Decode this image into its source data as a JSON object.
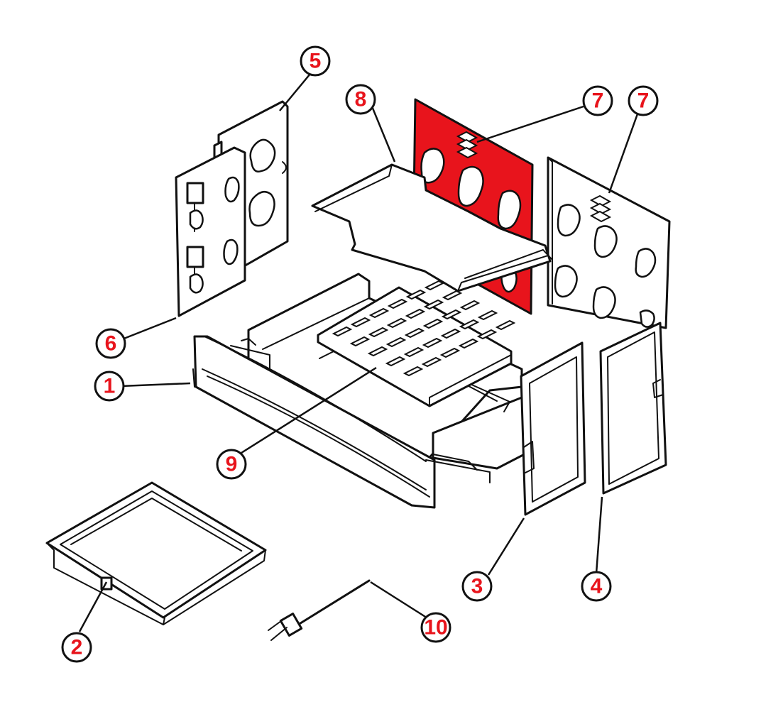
{
  "colors": {
    "highlight": "#e8141c",
    "label_text": "#e8141c",
    "outline": "#111111"
  },
  "labels": {
    "p1": "1",
    "p2": "2",
    "p3": "3",
    "p4": "4",
    "p5": "5",
    "p6": "6",
    "p7a": "7",
    "p7b": "7",
    "p8": "8",
    "p9": "9",
    "p10": "10"
  }
}
